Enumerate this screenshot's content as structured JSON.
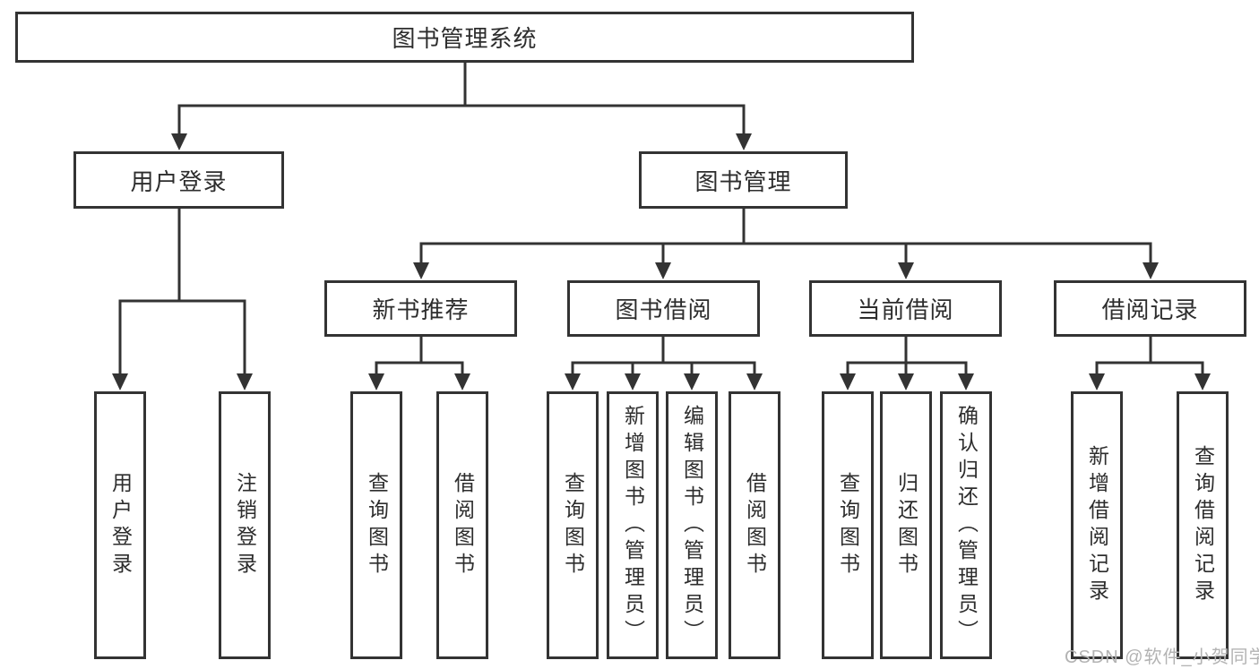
{
  "colors": {
    "line": "#333333",
    "box_bg": "#ffffff",
    "text": "#2d2d2d",
    "watermark": "#b3b3b3",
    "page_bg": "#ffffff"
  },
  "nodes": {
    "root": {
      "label": "图书管理系统"
    },
    "level1": [
      {
        "label": "用户登录"
      },
      {
        "label": "图书管理"
      }
    ],
    "level2": [
      {
        "label": "新书推荐"
      },
      {
        "label": "图书借阅"
      },
      {
        "label": "当前借阅"
      },
      {
        "label": "借阅记录"
      }
    ],
    "leaves": [
      {
        "label": "用户登录"
      },
      {
        "label": "注销登录"
      },
      {
        "label": "查询图书"
      },
      {
        "label": "借阅图书"
      },
      {
        "label": "查询图书"
      },
      {
        "label": "新增图书（管理员）"
      },
      {
        "label": "编辑图书（管理员）"
      },
      {
        "label": "借阅图书"
      },
      {
        "label": "查询图书"
      },
      {
        "label": "归还图书"
      },
      {
        "label": "确认归还（管理员）"
      },
      {
        "label": "新增借阅记录"
      },
      {
        "label": "查询借阅记录"
      }
    ]
  },
  "watermark": {
    "text": "CSDN @软件_小贺同学"
  }
}
